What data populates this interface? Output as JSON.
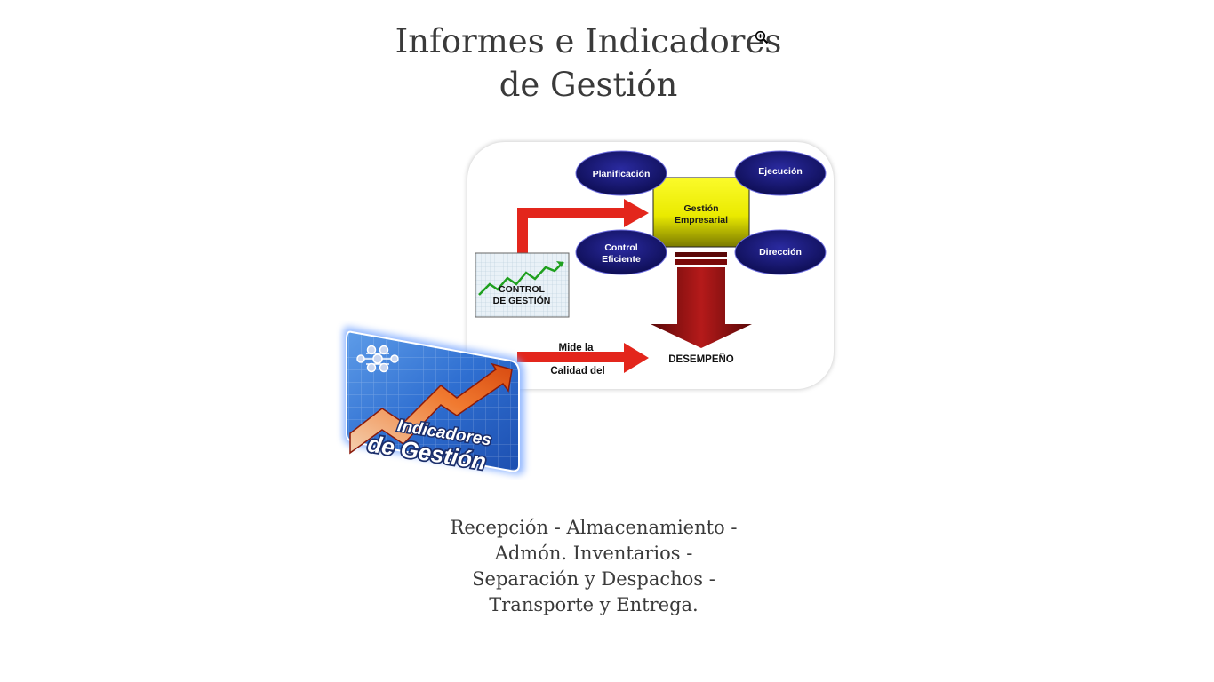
{
  "header": {
    "title_line1": "Informes e Indicadores",
    "title_line2": "de Gestión"
  },
  "diagram": {
    "planificacion": "Planificación",
    "ejecucion": "Ejecución",
    "gestion_line1": "Gestión",
    "gestion_line2": "Empresarial",
    "control_eficiente_line1": "Control",
    "control_eficiente_line2": "Eficiente",
    "direccion": "Dirección",
    "control_gestion_line1": "CONTROL",
    "control_gestion_line2": "DE GESTIÓN",
    "mide_line1": "Mide la",
    "mide_line2": "Calidad del",
    "desempeno": "DESEMPEÑO"
  },
  "badge": {
    "line1": "Indicadores",
    "line2": "de Gestión"
  },
  "body_text": {
    "line1": "Recepción - Almacenamiento -",
    "line2": "Admón. Inventarios -",
    "line3": "Separación y Despachos -",
    "line4": "Transporte y Entrega."
  },
  "icons": {
    "cursor": "zoom-in-cursor-icon"
  },
  "colors": {
    "ellipse": "#17176e",
    "gestion_box": "#f4f200",
    "arrow_red": "#e3261c",
    "desempeno_arrow": "#9a1010",
    "badge_blue": "#2f6fd1"
  }
}
